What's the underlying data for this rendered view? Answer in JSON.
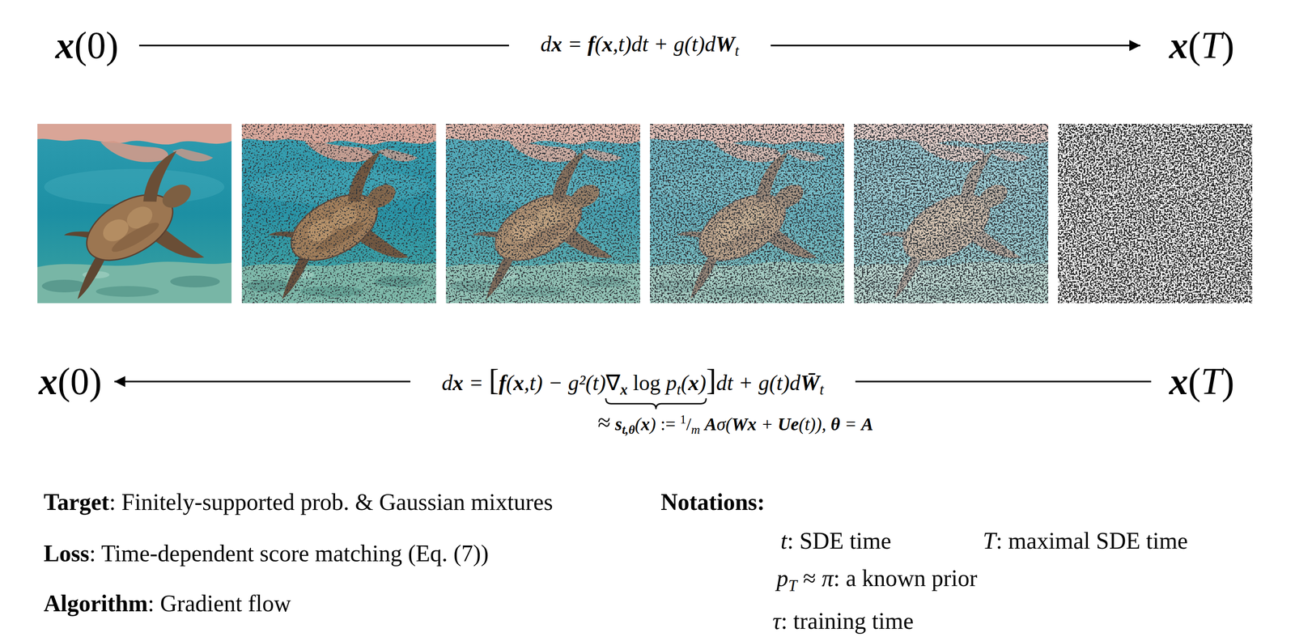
{
  "diagram": {
    "nodes": [
      {
        "text": [
          "x(0)"
        ]
      },
      {
        "text": [
          "x(T)"
        ]
      },
      {
        "text": [
          "x(0)"
        ]
      },
      {
        "text": [
          "x(T)"
        ]
      }
    ],
    "edges": [
      {
        "from": 0,
        "to": 1,
        "arrow": "to",
        "label": "dx = f(x,t)dt + g(t)dWt"
      },
      {
        "from": 3,
        "to": 2,
        "arrow": "to",
        "label": "dx = [f(x,t) − g²(t)∇x log pt(x)]dt + g(t)dW̄t"
      }
    ],
    "labels": [
      "≈ st,θ(x) := 1/m Aσ(Wx + Ue(t)), θ = A",
      "Target: Finitely-supported prob. & Gaussian mixtures",
      "Loss: Time-dependent score matching (Eq. (7))",
      "Algorithm: Gradient flow",
      "Notations:",
      "t: SDE time",
      "T: maximal SDE time",
      "pT ≈ π: a known prior",
      "τ: training time"
    ]
  }
}
